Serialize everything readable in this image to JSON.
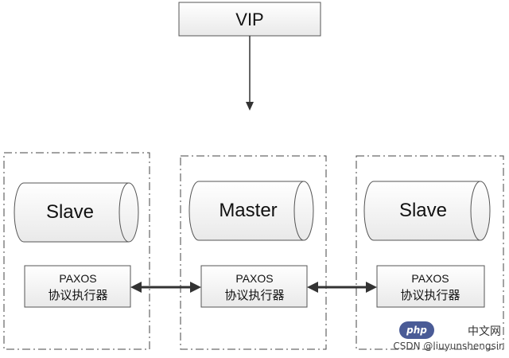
{
  "vip": {
    "label": "VIP"
  },
  "nodes": [
    {
      "role": "Slave",
      "executor_line1": "PAXOS",
      "executor_line2": "协议执行器"
    },
    {
      "role": "Master",
      "executor_line1": "PAXOS",
      "executor_line2": "协议执行器"
    },
    {
      "role": "Slave",
      "executor_line1": "PAXOS",
      "executor_line2": "协议执行器"
    }
  ],
  "colors": {
    "stroke": "#555555",
    "box_fill_top": "#ffffff",
    "box_fill_bottom": "#ececec",
    "arrow": "#333333"
  },
  "watermark": {
    "logo": "php",
    "site": "中文网",
    "credit": "CSDN @liuyunshengsir"
  }
}
